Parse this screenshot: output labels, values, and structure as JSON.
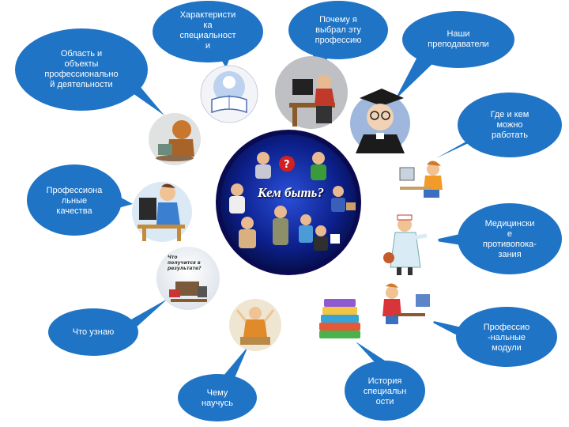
{
  "center": {
    "title": "Кем быть?"
  },
  "bubbles": [
    {
      "id": "characteristic",
      "text": "Характеристи\nка\nспециальност\nи"
    },
    {
      "id": "why",
      "text": "Почему я\nвыбрал эту\nпрофессию"
    },
    {
      "id": "teachers",
      "text": "Наши\nпреподаватели"
    },
    {
      "id": "area",
      "text": "Область и\nобъекты\nпрофессионально\nй деятельности"
    },
    {
      "id": "where",
      "text": "Где и кем\nможно\nработать"
    },
    {
      "id": "qualities",
      "text": "Профессиона\nльные\nкачества"
    },
    {
      "id": "medical",
      "text": "Медицински\nе\nпротивопока-\nзания"
    },
    {
      "id": "know",
      "text": "Что узнаю"
    },
    {
      "id": "modules",
      "text": "Профессио\n-нальные\nмодули"
    },
    {
      "id": "learn",
      "text": "Чему\nнаучусь"
    },
    {
      "id": "history",
      "text": "История\nспециальн\nости"
    }
  ],
  "picture_label": "Что\nполучится в\nрезультате?",
  "colors": {
    "bubble": "#1f74c6",
    "center": "#0a1a7a",
    "ring": "#0b0b6e"
  }
}
